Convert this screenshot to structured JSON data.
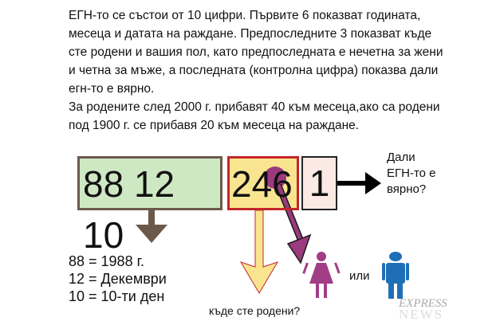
{
  "intro_lines": [
    "ЕГН-то се състои от 10 цифри. Първите 6 показват годината,",
    "месеца и датата на раждане. Предпоследните 3 показват къде",
    "сте родени и вашия пол, като предпоследната е нечетна за жени",
    "и четна за мъже, а последната (контролна цифра) показва дали",
    "егн-то е вярно."
  ],
  "note_lines": [
    "За родените след 2000 г. прибавят 40 към месеца,ако са родени",
    "под 1900 г. се прибавя 20 към месеца на раждане."
  ],
  "boxes": {
    "date": "88 12 10",
    "region": "246",
    "check": "1"
  },
  "check_question": [
    "Дали",
    "ЕГН-то е",
    "вярно?"
  ],
  "explain": [
    "88 = 1988 г.",
    "12 = Декември",
    "10 = 10-ти ден"
  ],
  "where_label": "къде сте родени?",
  "or_label": "или",
  "watermark": [
    "EXPRESS",
    "NEWS"
  ]
}
